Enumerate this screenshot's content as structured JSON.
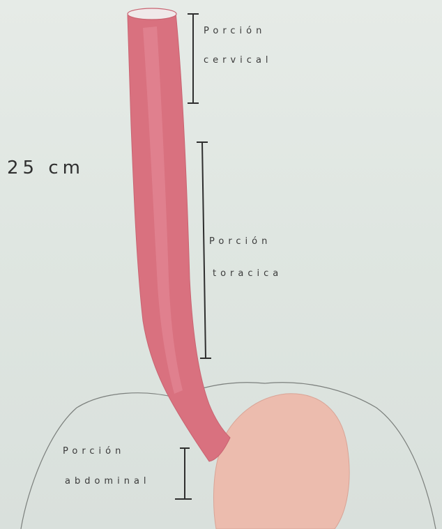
{
  "diagram": {
    "length_label": "25 cm",
    "sections": {
      "cervical": {
        "line1": "Porción",
        "line2": "cervical"
      },
      "toracica": {
        "line1": "Porción",
        "line2": "toracica"
      },
      "abdominal": {
        "line1": "Porción",
        "line2": "abdominal"
      }
    },
    "colors": {
      "paper": "#e3e8e4",
      "esophagus": "#d9717f",
      "esophagus_highlight": "#e58b97",
      "stomach": "#ecbcae",
      "ink": "#3a3a3a"
    }
  }
}
